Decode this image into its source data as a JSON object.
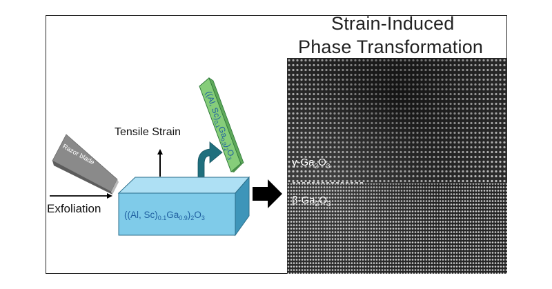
{
  "title": {
    "line1": "Strain-Induced",
    "line2": "Phase Transformation"
  },
  "labels": {
    "tensile_strain": "Tensile Strain",
    "exfoliation": "Exfoliation",
    "razor_blade": "Razor blade",
    "gamma_prefix": "γ-Ga",
    "gamma_sub2": "2",
    "gamma_o": "O",
    "gamma_sub3": "3",
    "beta_prefix": "β-Ga",
    "beta_sub2": "2",
    "beta_o": "O",
    "beta_sub3": "3"
  },
  "bulk_formula": {
    "open": "((Al, Sc)",
    "sub1": "0.1",
    "ga": "Ga",
    "sub2": "0.9",
    "close": ")",
    "sub3": "2",
    "o": "O",
    "sub4": "3"
  },
  "flake_formula": {
    "open": "((Al, Sc)",
    "sub1": "0.1",
    "ga": "Ga",
    "sub2": "0.9",
    "close": ")",
    "sub3": "2",
    "o": "O",
    "sub4": "3"
  },
  "colors": {
    "bulk_block": "#7fcbe9",
    "flake": "#86cd7a",
    "curved_arrow": "#1f6f7d",
    "formula_text": "#1f5fa0"
  }
}
